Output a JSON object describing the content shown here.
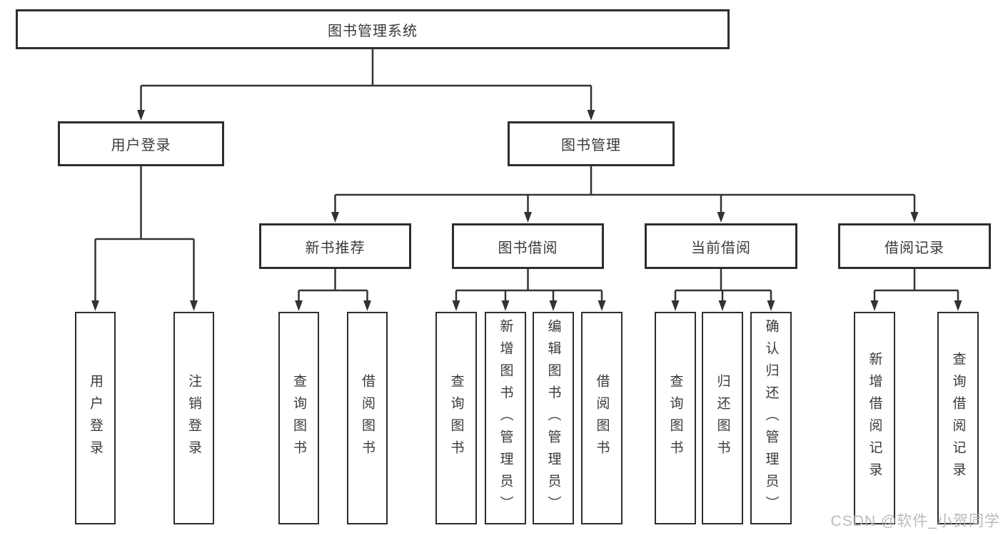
{
  "diagram": {
    "title_node": "图书管理系统",
    "branches": [
      {
        "label": "用户登录",
        "children": [
          "用户登录",
          "注销登录"
        ]
      },
      {
        "label": "图书管理",
        "groups": [
          {
            "label": "新书推荐",
            "children": [
              "查询图书",
              "借阅图书"
            ]
          },
          {
            "label": "图书借阅",
            "children": [
              "查询图书",
              "新增图书（管理员）",
              "编辑图书（管理员）",
              "借阅图书"
            ]
          },
          {
            "label": "当前借阅",
            "children": [
              "查询图书",
              "归还图书",
              "确认归还（管理员）"
            ]
          },
          {
            "label": "借阅记录",
            "children": [
              "新增借阅记录",
              "查询借阅记录"
            ]
          }
        ]
      }
    ]
  },
  "watermark": "CSDN @软件_小贺同学",
  "colors": {
    "line": "#333333",
    "box_border": "#2e2e2e",
    "text": "#3a3a3a",
    "background": "#ffffff",
    "watermark": "#b6b6b6"
  }
}
